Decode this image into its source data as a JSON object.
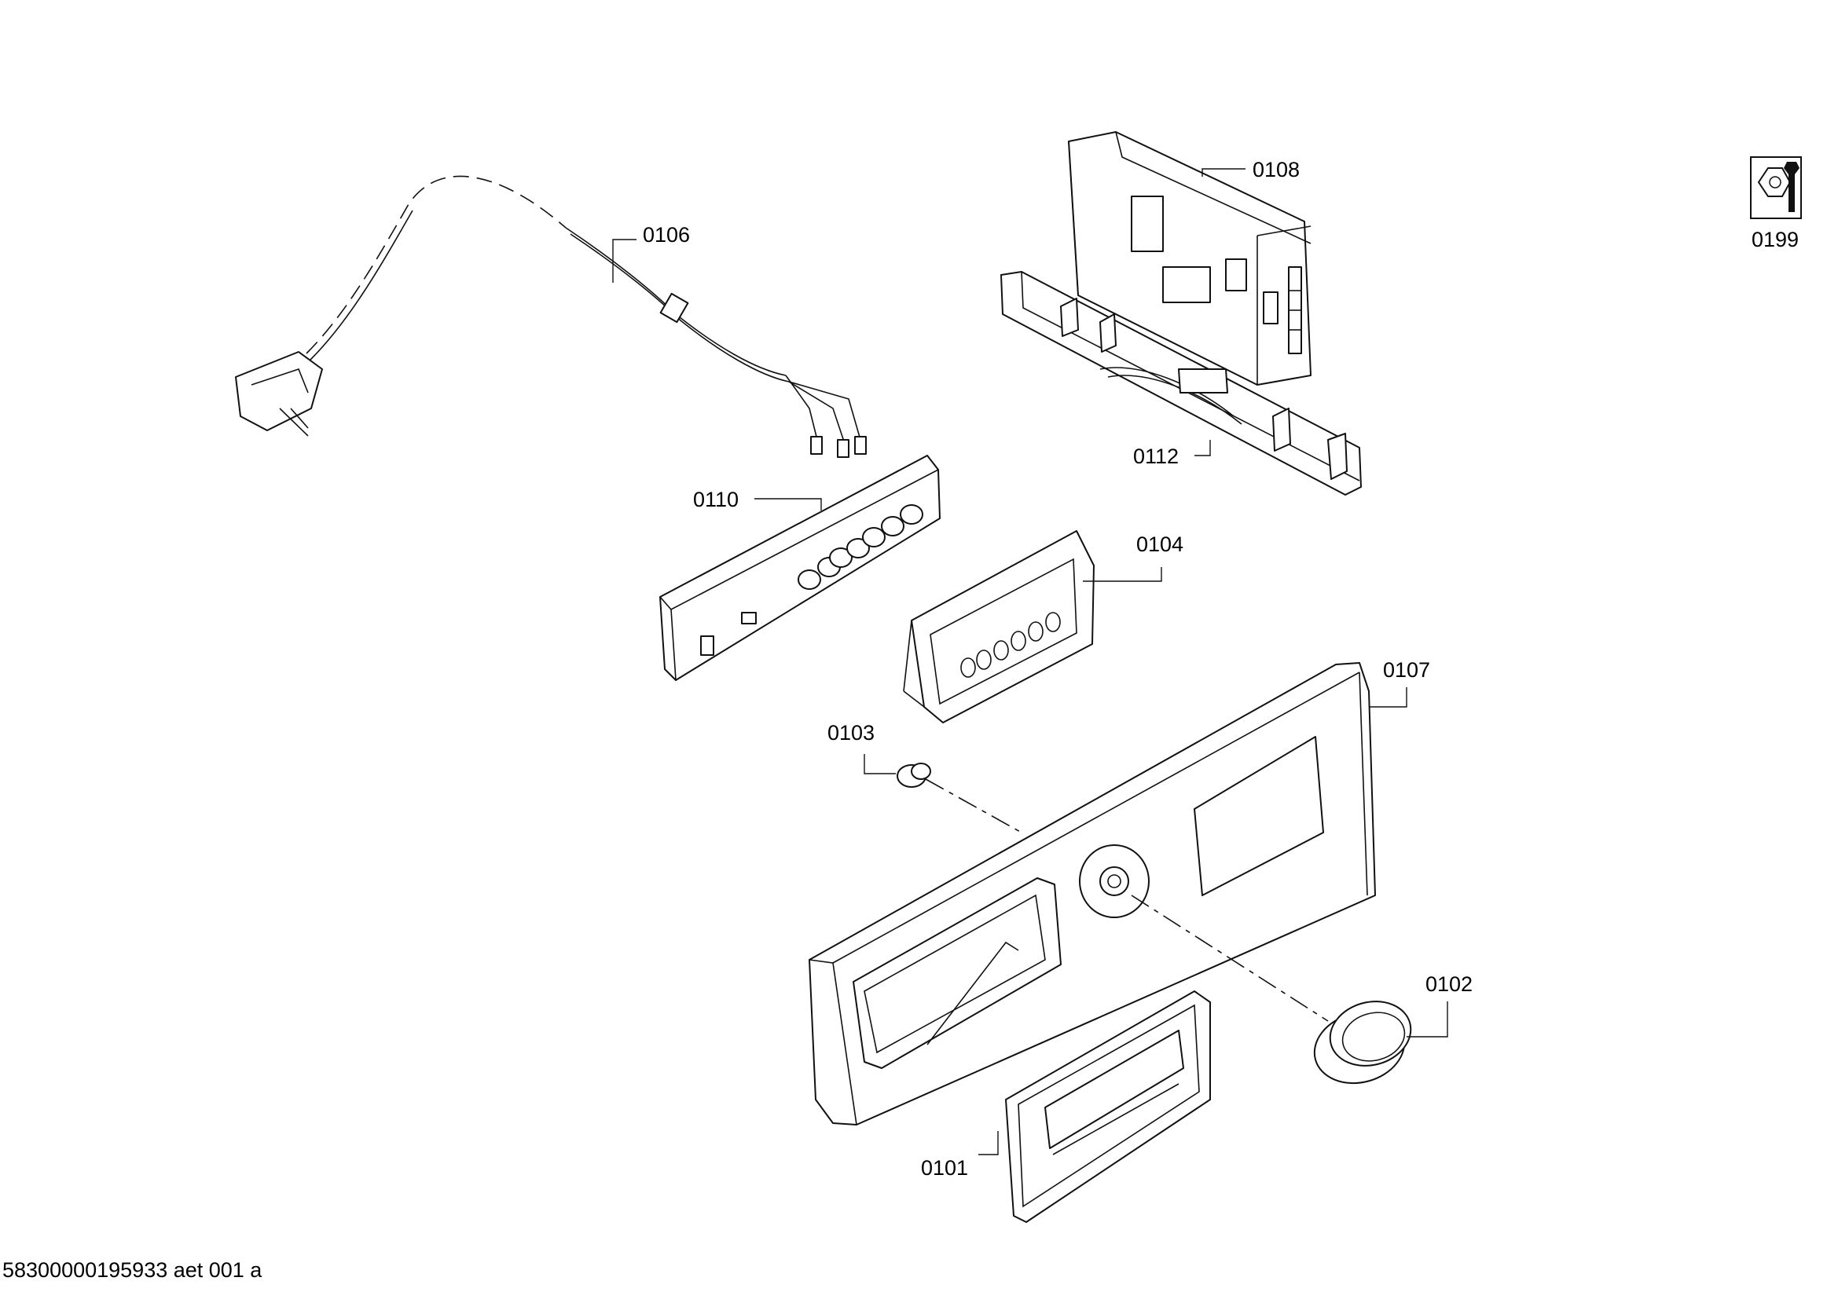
{
  "parts": [
    {
      "id": "0106",
      "name": "power-cord"
    },
    {
      "id": "0108",
      "name": "power-module"
    },
    {
      "id": "0112",
      "name": "module-holder"
    },
    {
      "id": "0110",
      "name": "control-module"
    },
    {
      "id": "0104",
      "name": "indicator-cover"
    },
    {
      "id": "0107",
      "name": "fascia-panel"
    },
    {
      "id": "0103",
      "name": "button"
    },
    {
      "id": "0102",
      "name": "knob"
    },
    {
      "id": "0101",
      "name": "handle"
    },
    {
      "id": "0199",
      "name": "service-kit"
    }
  ],
  "service_icon": "wrench-nut-icon",
  "footer": {
    "drawing_code": "58300000195933 aet 001 a"
  }
}
